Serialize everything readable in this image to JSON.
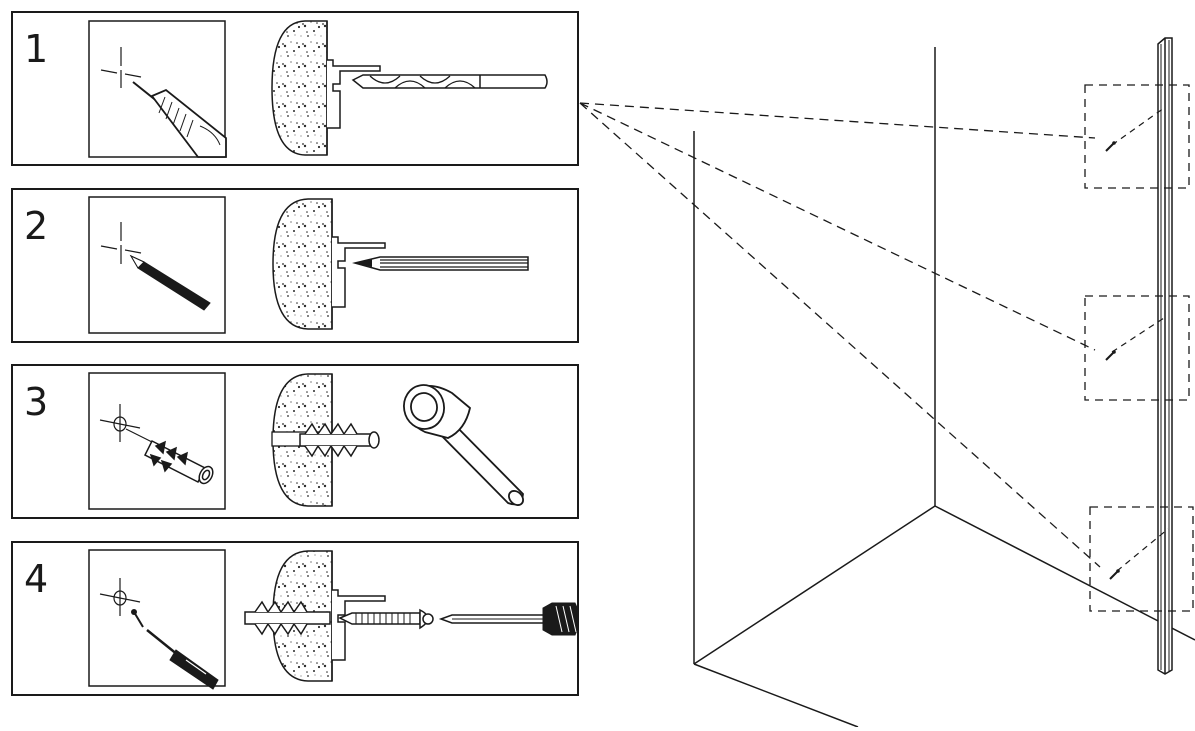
{
  "colors": {
    "ink": "#1a1a1a",
    "paper": "#ffffff",
    "speckle": "#2b2b2b"
  },
  "steps": [
    {
      "number": "1",
      "detail_icon": "drill-icon",
      "section_icon": "drill-bit-icon"
    },
    {
      "number": "2",
      "detail_icon": "pencil-icon",
      "section_icon": "pencil-marking-icon"
    },
    {
      "number": "3",
      "detail_icon": "wall-plug-icon",
      "section_icon": "hammer-icon"
    },
    {
      "number": "4",
      "detail_icon": "screwdriver-icon",
      "section_icon": "screw-icon"
    }
  ],
  "room": {
    "fixing_points": 3,
    "profile": "wall-profile-icon"
  }
}
